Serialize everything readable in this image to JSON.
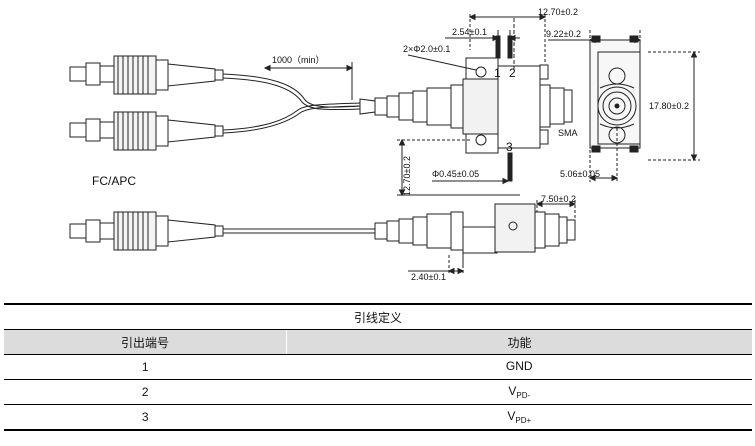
{
  "drawing": {
    "connector_label": "FC/APC",
    "fiber_length": "1000（min）",
    "output_connector": "SMA",
    "pins": [
      "1",
      "2",
      "3"
    ],
    "dims": {
      "pitch_12": "2.54±0.1",
      "width_top": "12.70±0.2",
      "holes": "2×Φ2.0±0.1",
      "side_width": "9.22±0.2",
      "side_height": "17.80±0.2",
      "pin_length": "12.70±0.2",
      "pin_dia": "Φ0.45±0.05",
      "side_offset": "5.06±0.05",
      "lower_width": "7.50±0.2",
      "lower_offset": "2.40±0.1"
    }
  },
  "table": {
    "caption": "引线定义",
    "headers": [
      "引出端号",
      "功能"
    ],
    "rows": [
      {
        "pin": "1",
        "function": "GND",
        "sub": ""
      },
      {
        "pin": "2",
        "function": "V",
        "sub": "PD-"
      },
      {
        "pin": "3",
        "function": "V",
        "sub": "PD+"
      }
    ]
  }
}
